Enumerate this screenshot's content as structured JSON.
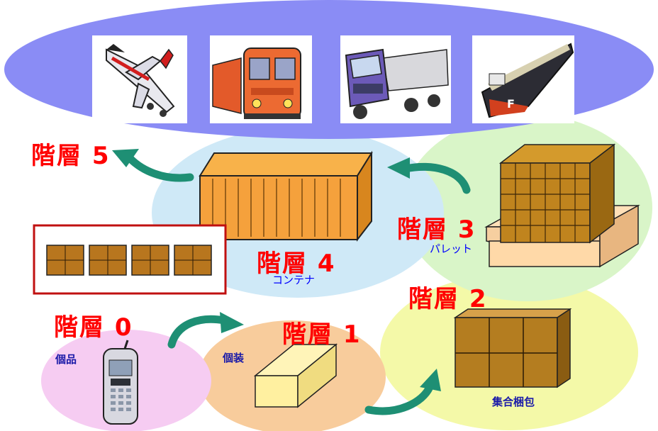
{
  "levels": {
    "l0": {
      "title": "階層 0",
      "subtitle": "個品"
    },
    "l1": {
      "title": "階層 1",
      "subtitle": "個装"
    },
    "l2": {
      "title": "階層 2",
      "subtitle": "集合梱包"
    },
    "l3": {
      "title": "階層 3",
      "subtitle": "パレット"
    },
    "l4": {
      "title": "階層 4",
      "subtitle": "コンテナ"
    },
    "l5": {
      "title": "階層 5"
    }
  },
  "transport_icons": [
    "airplane-icon",
    "train-icon",
    "truck-icon",
    "ship-icon"
  ],
  "colors": {
    "transport_ellipse": "#8a8cf5",
    "level4_ellipse": "#cfe9f7",
    "level3_ellipse": "#d9f5c8",
    "level2_ellipse": "#f4f9a8",
    "level1_ellipse": "#f8cc9c",
    "level0_ellipse": "#f6ccf2",
    "arrow": "#21a38a",
    "label_red": "#ff0000"
  }
}
